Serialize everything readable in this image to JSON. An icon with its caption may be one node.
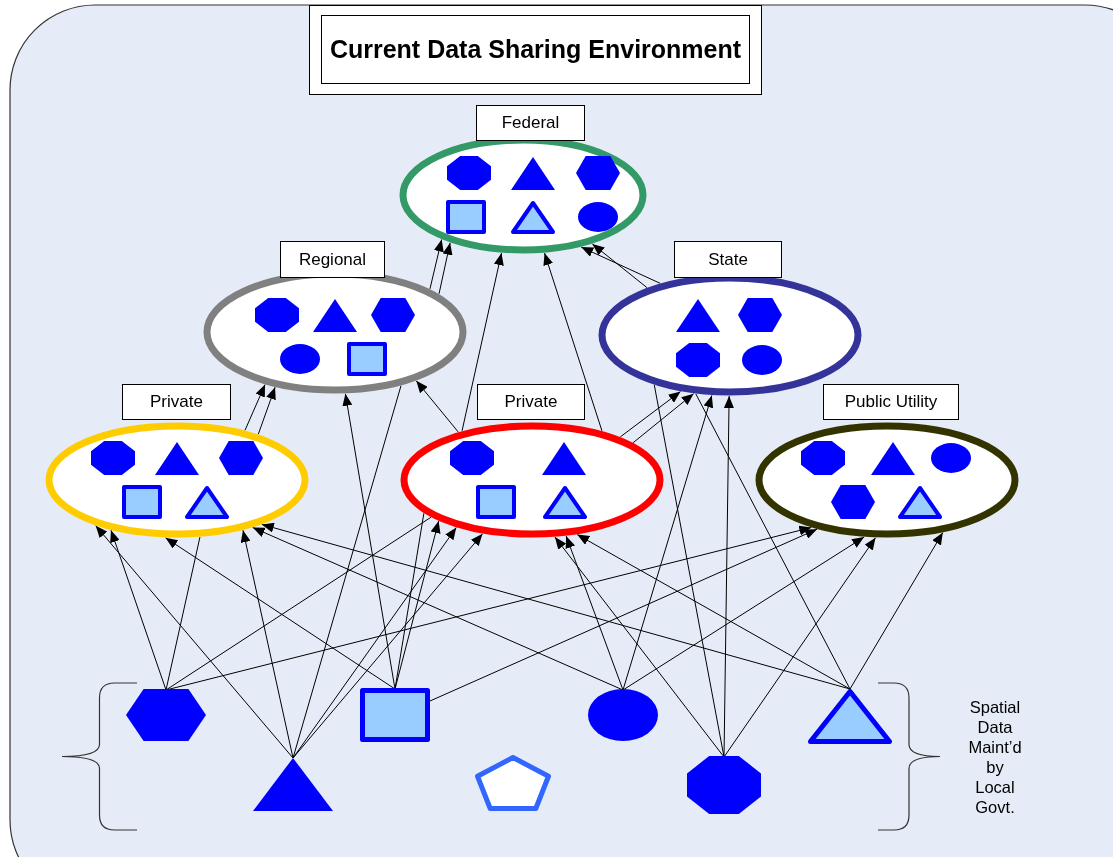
{
  "diagram": {
    "title": "Current Data Sharing Environment",
    "nodes": [
      {
        "text": [
          "Federal"
        ]
      },
      {
        "text": [
          "Regional"
        ]
      },
      {
        "text": [
          "State"
        ]
      },
      {
        "text": [
          "Private"
        ]
      },
      {
        "text": [
          "Private"
        ]
      },
      {
        "text": [
          "Public Utility"
        ]
      },
      {
        "text": [],
        "shape": "hexagon"
      },
      {
        "text": [],
        "shape": "triangle"
      },
      {
        "text": [],
        "shape": "box"
      },
      {
        "text": [],
        "shape": "pentagon"
      },
      {
        "text": [],
        "shape": "circle"
      },
      {
        "text": [],
        "shape": "octagon"
      },
      {
        "text": [],
        "shape": "triangle"
      }
    ],
    "edges": [
      {
        "from": 1,
        "to": 0,
        "arrow": "to"
      },
      {
        "from": 1,
        "to": 0,
        "arrow": "to"
      },
      {
        "from": 4,
        "to": 0,
        "arrow": "to"
      },
      {
        "from": 4,
        "to": 0,
        "arrow": "to"
      },
      {
        "from": 2,
        "to": 0,
        "arrow": "to"
      },
      {
        "from": 2,
        "to": 0,
        "arrow": "to"
      },
      {
        "from": 3,
        "to": 1,
        "arrow": "to"
      },
      {
        "from": 3,
        "to": 1,
        "arrow": "to"
      },
      {
        "from": 8,
        "to": 1,
        "arrow": "to"
      },
      {
        "from": 4,
        "to": 1,
        "arrow": "to"
      },
      {
        "from": 7,
        "to": 1,
        "arrow": "none"
      },
      {
        "from": 4,
        "to": 2,
        "arrow": "to"
      },
      {
        "from": 4,
        "to": 2,
        "arrow": "to"
      },
      {
        "from": 10,
        "to": 2,
        "arrow": "to"
      },
      {
        "from": 11,
        "to": 2,
        "arrow": "to"
      },
      {
        "from": 12,
        "to": 2,
        "arrow": "none"
      },
      {
        "from": 11,
        "to": 2,
        "arrow": "none"
      },
      {
        "from": 6,
        "to": 3,
        "arrow": "to"
      },
      {
        "from": 7,
        "to": 3,
        "arrow": "to"
      },
      {
        "from": 8,
        "to": 3,
        "arrow": "to"
      },
      {
        "from": 7,
        "to": 3,
        "arrow": "to"
      },
      {
        "from": 10,
        "to": 3,
        "arrow": "to"
      },
      {
        "from": 12,
        "to": 3,
        "arrow": "to"
      },
      {
        "from": 6,
        "to": 3,
        "arrow": "none"
      },
      {
        "from": 7,
        "to": 4,
        "arrow": "to"
      },
      {
        "from": 8,
        "to": 4,
        "arrow": "to"
      },
      {
        "from": 7,
        "to": 4,
        "arrow": "to"
      },
      {
        "from": 10,
        "to": 4,
        "arrow": "to"
      },
      {
        "from": 11,
        "to": 4,
        "arrow": "to"
      },
      {
        "from": 12,
        "to": 4,
        "arrow": "to"
      },
      {
        "from": 6,
        "to": 4,
        "arrow": "none"
      },
      {
        "from": 8,
        "to": 4,
        "arrow": "none"
      },
      {
        "from": 6,
        "to": 5,
        "arrow": "to"
      },
      {
        "from": 8,
        "to": 5,
        "arrow": "to"
      },
      {
        "from": 10,
        "to": 5,
        "arrow": "to"
      },
      {
        "from": 11,
        "to": 5,
        "arrow": "to"
      },
      {
        "from": 12,
        "to": 5,
        "arrow": "to"
      }
    ],
    "labels": [
      "Spatial Data Maint’d by Local Govt."
    ]
  }
}
